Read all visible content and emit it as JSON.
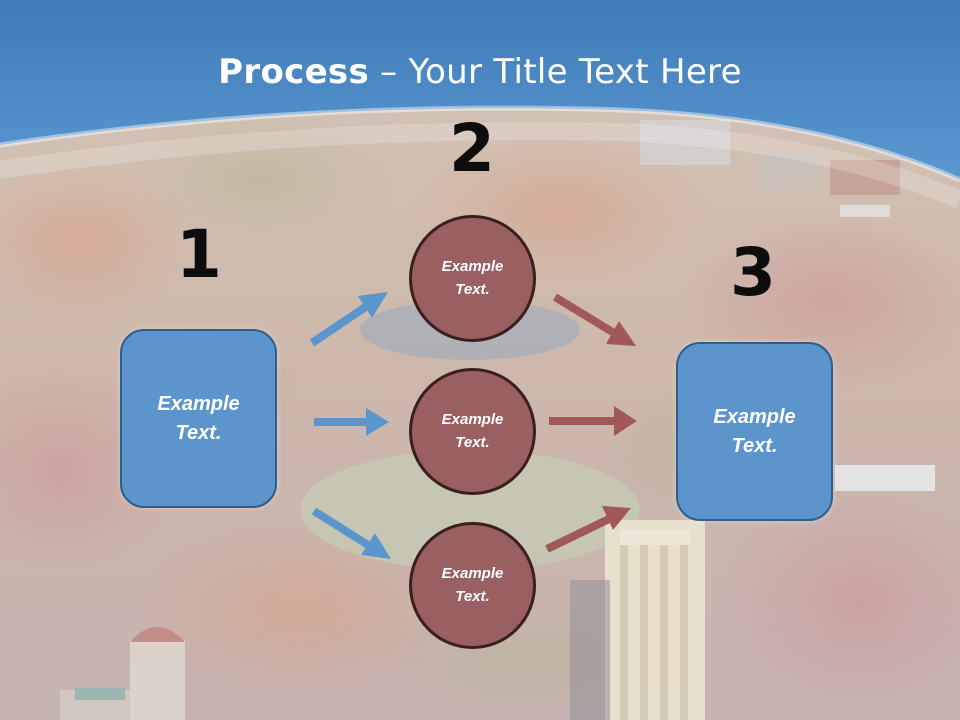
{
  "title": {
    "bold": "Process",
    "rest": " – Your Title Text Here"
  },
  "steps": {
    "one": "1",
    "two": "2",
    "three": "3"
  },
  "left_box": {
    "text": "Example\nText."
  },
  "right_box": {
    "text": "Example\nText."
  },
  "circles": [
    {
      "text": "Example\nText."
    },
    {
      "text": "Example\nText."
    },
    {
      "text": "Example\nText."
    }
  ],
  "colors": {
    "header": "#4a86c3",
    "box_fill": "#5b95cb",
    "circle_fill": "#9a5f60",
    "arrow_blue": "#5b95cb",
    "arrow_red": "#a05859"
  },
  "icons": {
    "arrow": "arrow-icon"
  }
}
